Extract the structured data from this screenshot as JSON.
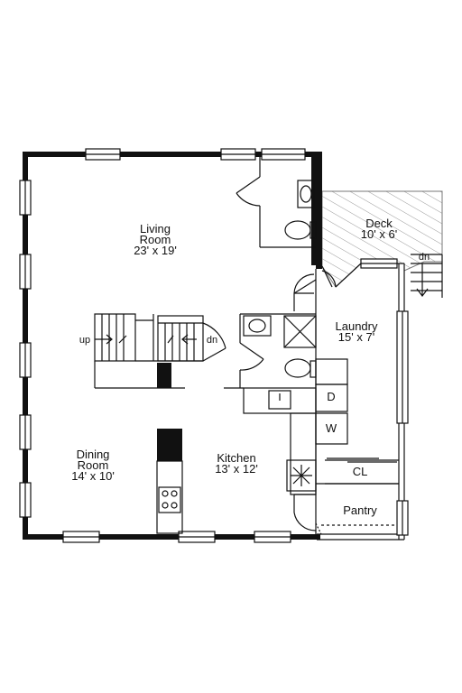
{
  "rooms": {
    "living": {
      "name_line1": "Living",
      "name_line2": "Room",
      "size": "23' x 19'"
    },
    "dining": {
      "name_line1": "Dining",
      "name_line2": "Room",
      "size": "14' x 10'"
    },
    "kitchen": {
      "name": "Kitchen",
      "size": "13' x 12'"
    },
    "laundry": {
      "name": "Laundry",
      "size": "15' x 7'"
    },
    "deck": {
      "name": "Deck",
      "size": "10' x 6'"
    },
    "pantry": {
      "name": "Pantry"
    },
    "closet": {
      "name": "CL"
    }
  },
  "appliances": {
    "dryer": "D",
    "washer": "W"
  },
  "stairs": {
    "up": "up",
    "down_main": "dn",
    "down_deck": "dn"
  }
}
